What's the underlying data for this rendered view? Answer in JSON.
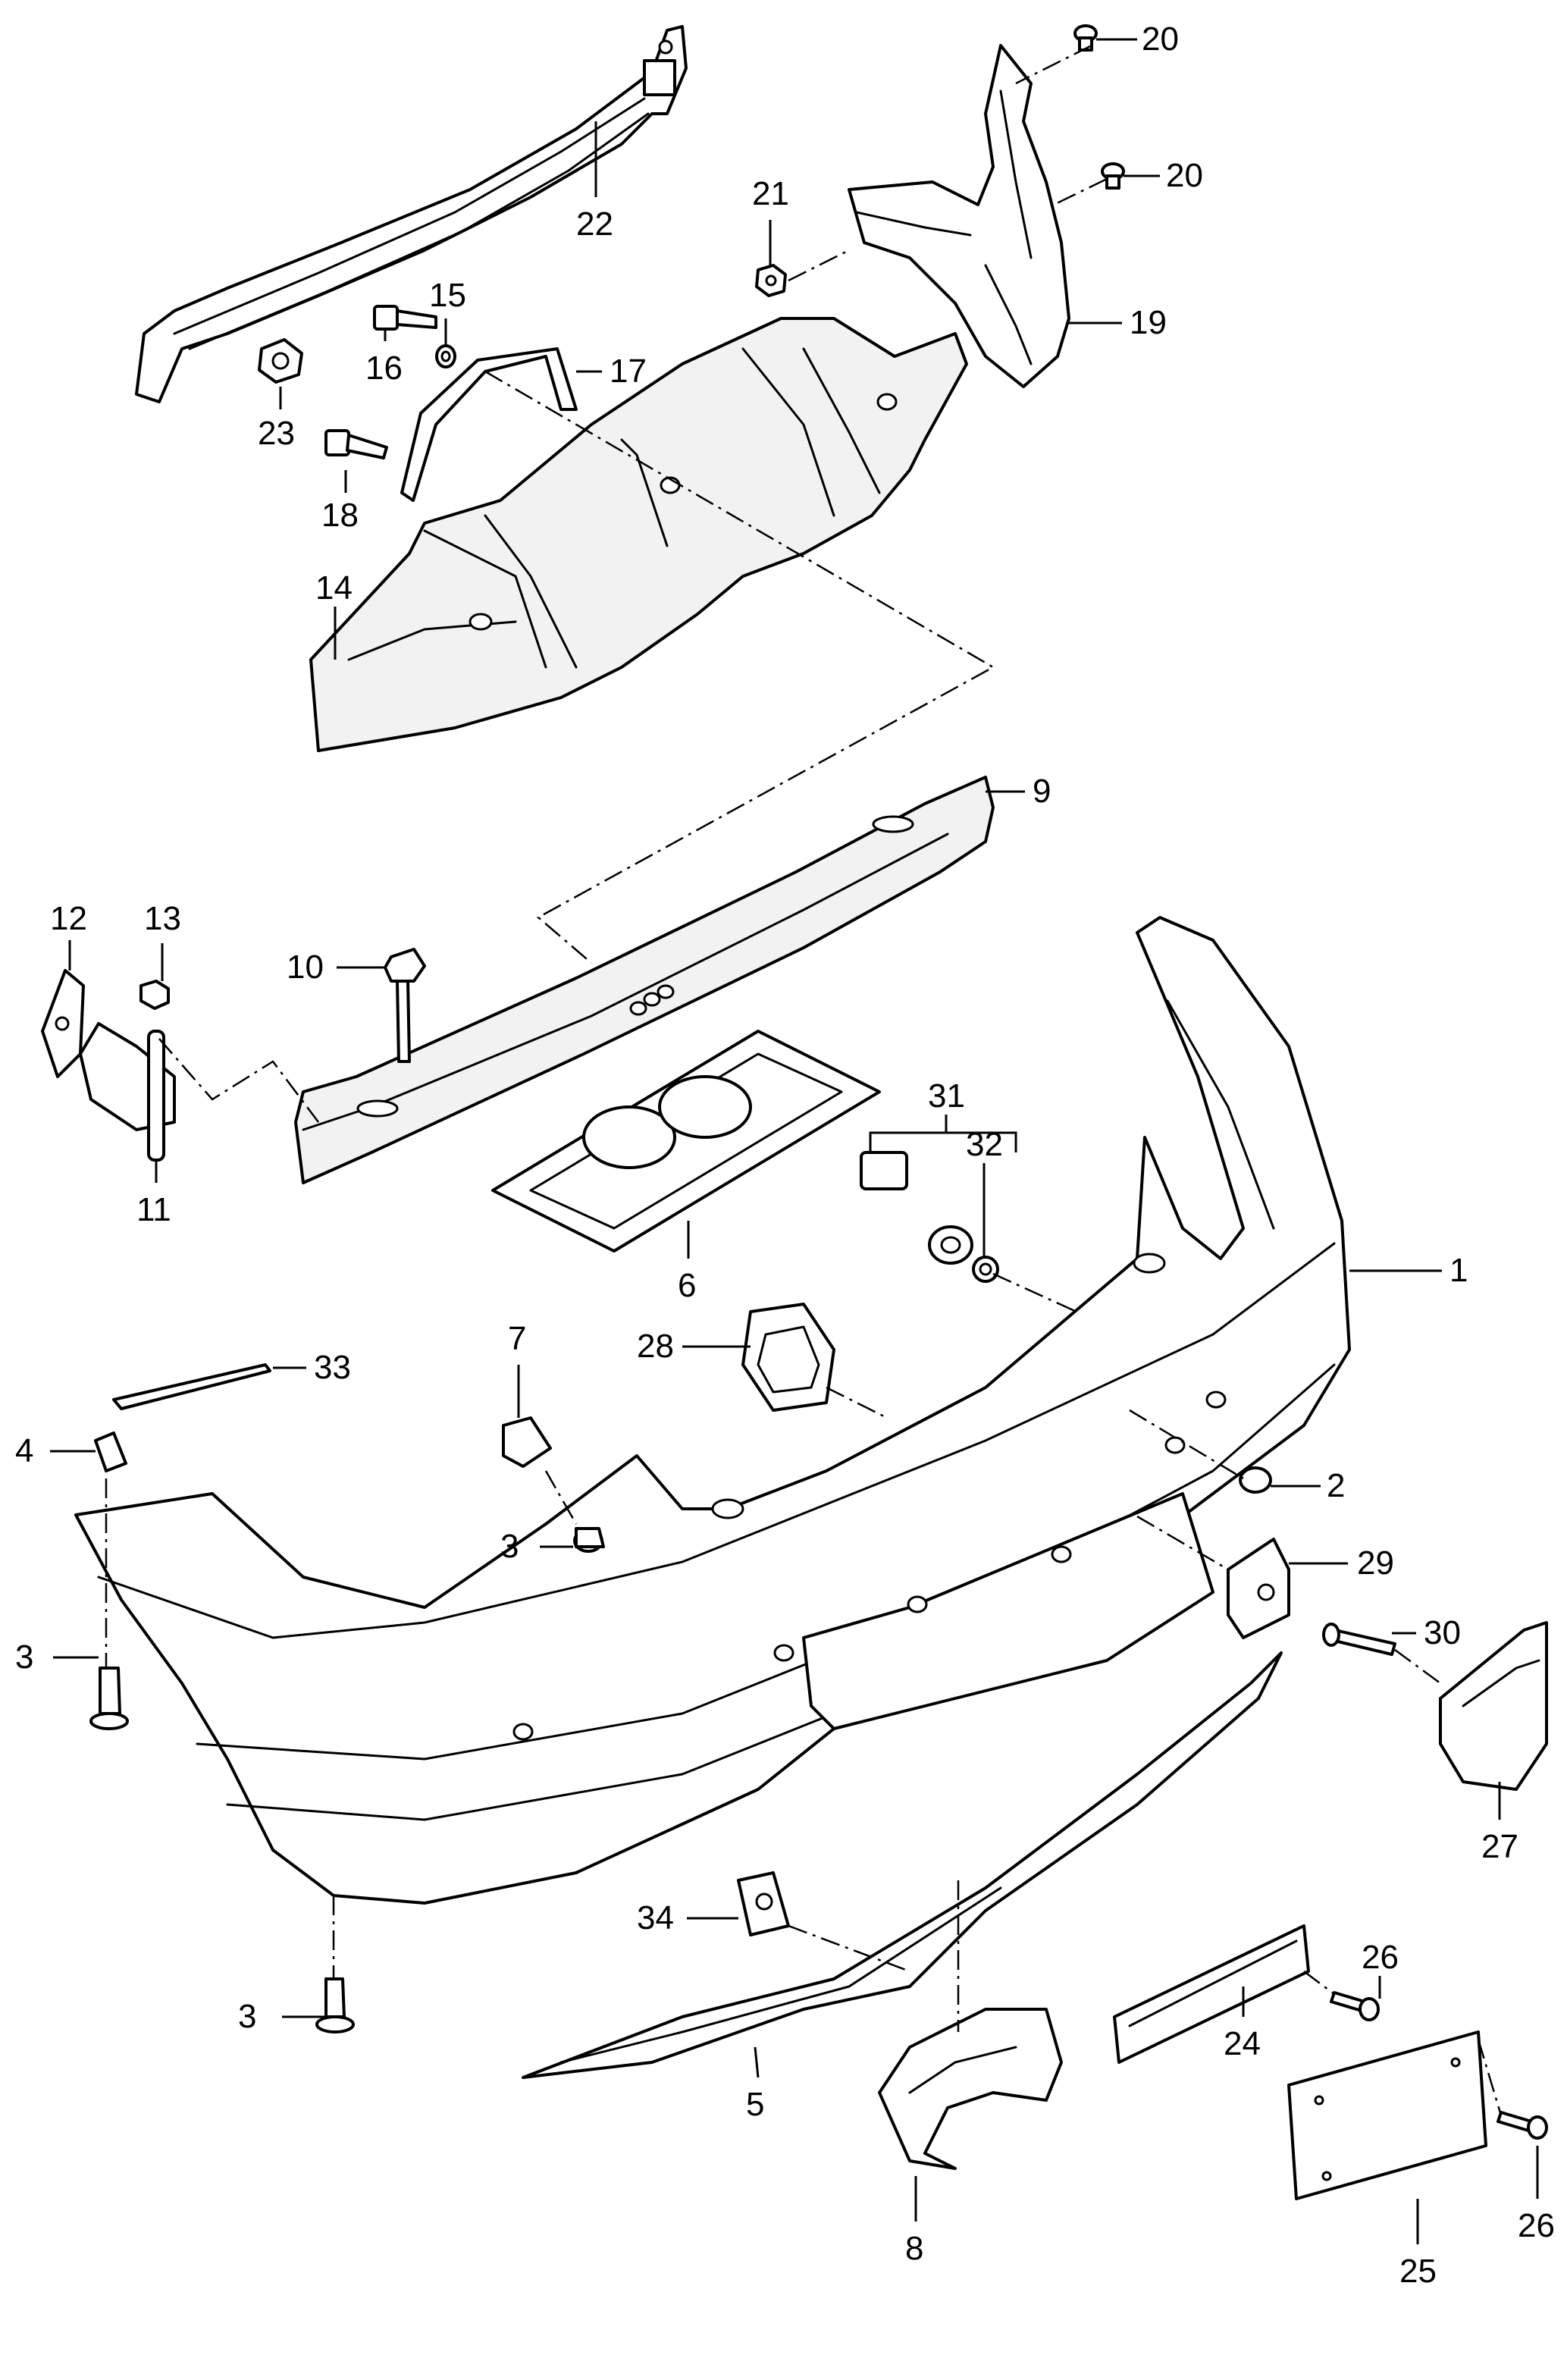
{
  "diagram": {
    "callouts": [
      {
        "id": "c1",
        "label": "1"
      },
      {
        "id": "c2",
        "label": "2"
      },
      {
        "id": "c3a",
        "label": "3"
      },
      {
        "id": "c3b",
        "label": "3"
      },
      {
        "id": "c3c",
        "label": "3"
      },
      {
        "id": "c4",
        "label": "4"
      },
      {
        "id": "c5",
        "label": "5"
      },
      {
        "id": "c6",
        "label": "6"
      },
      {
        "id": "c7",
        "label": "7"
      },
      {
        "id": "c8",
        "label": "8"
      },
      {
        "id": "c9",
        "label": "9"
      },
      {
        "id": "c10",
        "label": "10"
      },
      {
        "id": "c11",
        "label": "11"
      },
      {
        "id": "c12",
        "label": "12"
      },
      {
        "id": "c13",
        "label": "13"
      },
      {
        "id": "c14",
        "label": "14"
      },
      {
        "id": "c15",
        "label": "15"
      },
      {
        "id": "c16",
        "label": "16"
      },
      {
        "id": "c17",
        "label": "17"
      },
      {
        "id": "c18",
        "label": "18"
      },
      {
        "id": "c19",
        "label": "19"
      },
      {
        "id": "c20a",
        "label": "20"
      },
      {
        "id": "c20b",
        "label": "20"
      },
      {
        "id": "c21",
        "label": "21"
      },
      {
        "id": "c22",
        "label": "22"
      },
      {
        "id": "c23",
        "label": "23"
      },
      {
        "id": "c24",
        "label": "24"
      },
      {
        "id": "c25",
        "label": "25"
      },
      {
        "id": "c26a",
        "label": "26"
      },
      {
        "id": "c26b",
        "label": "26"
      },
      {
        "id": "c27",
        "label": "27"
      },
      {
        "id": "c28",
        "label": "28"
      },
      {
        "id": "c29",
        "label": "29"
      },
      {
        "id": "c30",
        "label": "30"
      },
      {
        "id": "c31",
        "label": "31"
      },
      {
        "id": "c32",
        "label": "32"
      },
      {
        "id": "c33",
        "label": "33"
      },
      {
        "id": "c34",
        "label": "34"
      }
    ]
  }
}
